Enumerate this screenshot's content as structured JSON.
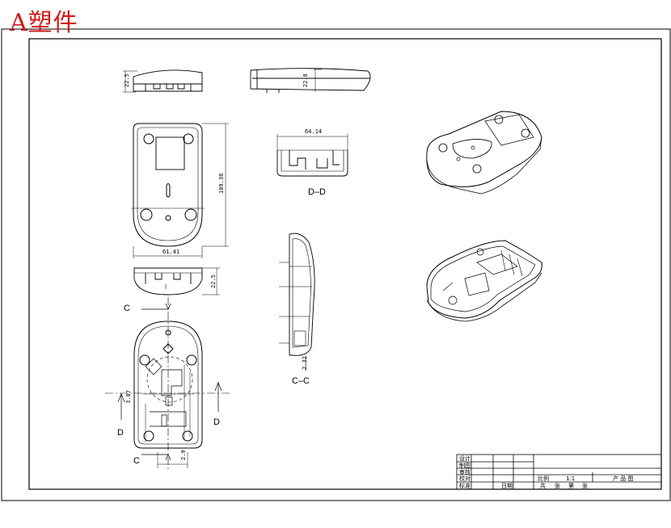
{
  "sheet": {
    "title": "A塑件",
    "title_color": "#d21a1a"
  },
  "labels": {
    "section_dd": "D–D",
    "section_cc": "C–C",
    "marker_c": "C",
    "marker_d": "D"
  },
  "dimensions": {
    "top_left_height": "22.5",
    "top_right_height": "22.8",
    "front_width": "64.14",
    "plan_length": "109.38",
    "plan_width": "61.41",
    "bottom_height": "22.5",
    "left_small": "3.07",
    "bottom_small": "2.9",
    "section_small": "2.32"
  },
  "title_block": {
    "row_labels": [
      "设计",
      "制图",
      "审核",
      "校对",
      "标准"
    ],
    "scale_label": "比例",
    "scale_value": "1:1",
    "product": "产 品 图",
    "footer_items": [
      "共",
      "张",
      "第",
      "张"
    ],
    "date_label": "日期"
  }
}
